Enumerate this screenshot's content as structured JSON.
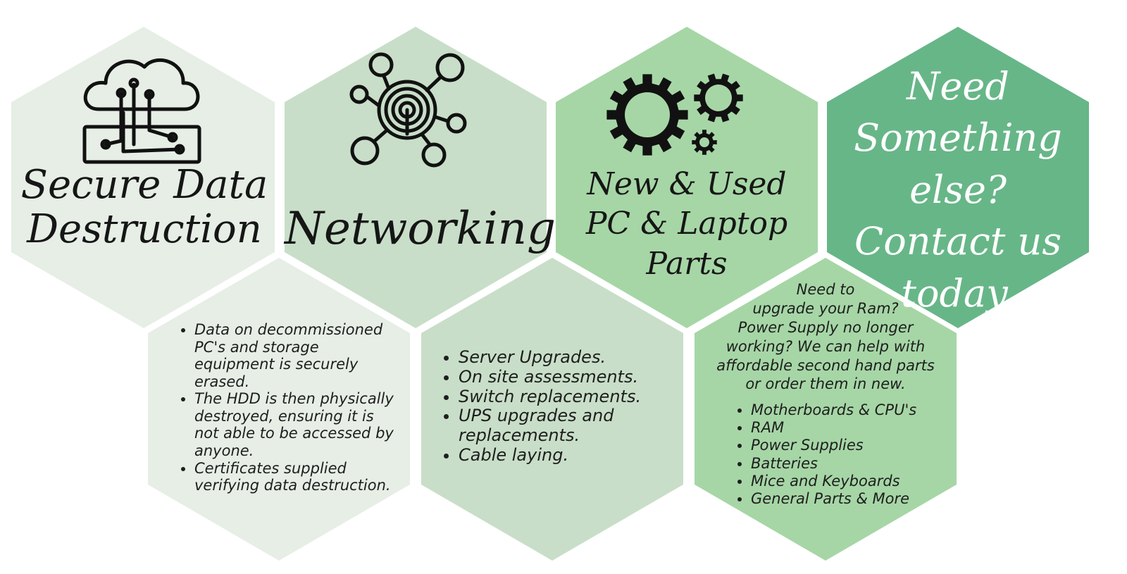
{
  "colors": {
    "hex_light": "#e6eee6",
    "hex_mid": "#c8dec8",
    "hex_green": "#a6d6a6",
    "hex_dark": "#67b688",
    "text_dark": "#161616",
    "text_light": "#ffffff"
  },
  "icons": {
    "data": "cloud-circuit-icon",
    "network": "network-nodes-icon",
    "parts": "gears-icon"
  },
  "data_destruction": {
    "title_line1": "Secure Data",
    "title_line2": "Destruction",
    "items": [
      "Data on decommissioned PC's and storage equipment is securely erased.",
      "The HDD is then physically destroyed, ensuring it is not able to be accessed by anyone.",
      "Certificates supplied verifying data destruction."
    ]
  },
  "networking": {
    "title": "Networking",
    "items": [
      "Server Upgrades.",
      "On site assessments.",
      "Switch replacements.",
      "UPS upgrades and replacements.",
      "Cable laying."
    ]
  },
  "parts": {
    "title_line1": "New & Used",
    "title_line2": "PC & Laptop",
    "title_line3": "Parts",
    "intro_lines": [
      "Need to",
      "upgrade your Ram?",
      "Power Supply no longer",
      "working? We can help with",
      "affordable second hand parts",
      "or order them in new."
    ],
    "items": [
      "Motherboards & CPU's",
      "RAM",
      "Power Supplies",
      "Batteries",
      "Mice and Keyboards",
      "General Parts & More"
    ]
  },
  "contact": {
    "line1": "Need",
    "line2": "Something else?",
    "line3": "Contact us",
    "line4": "today."
  }
}
